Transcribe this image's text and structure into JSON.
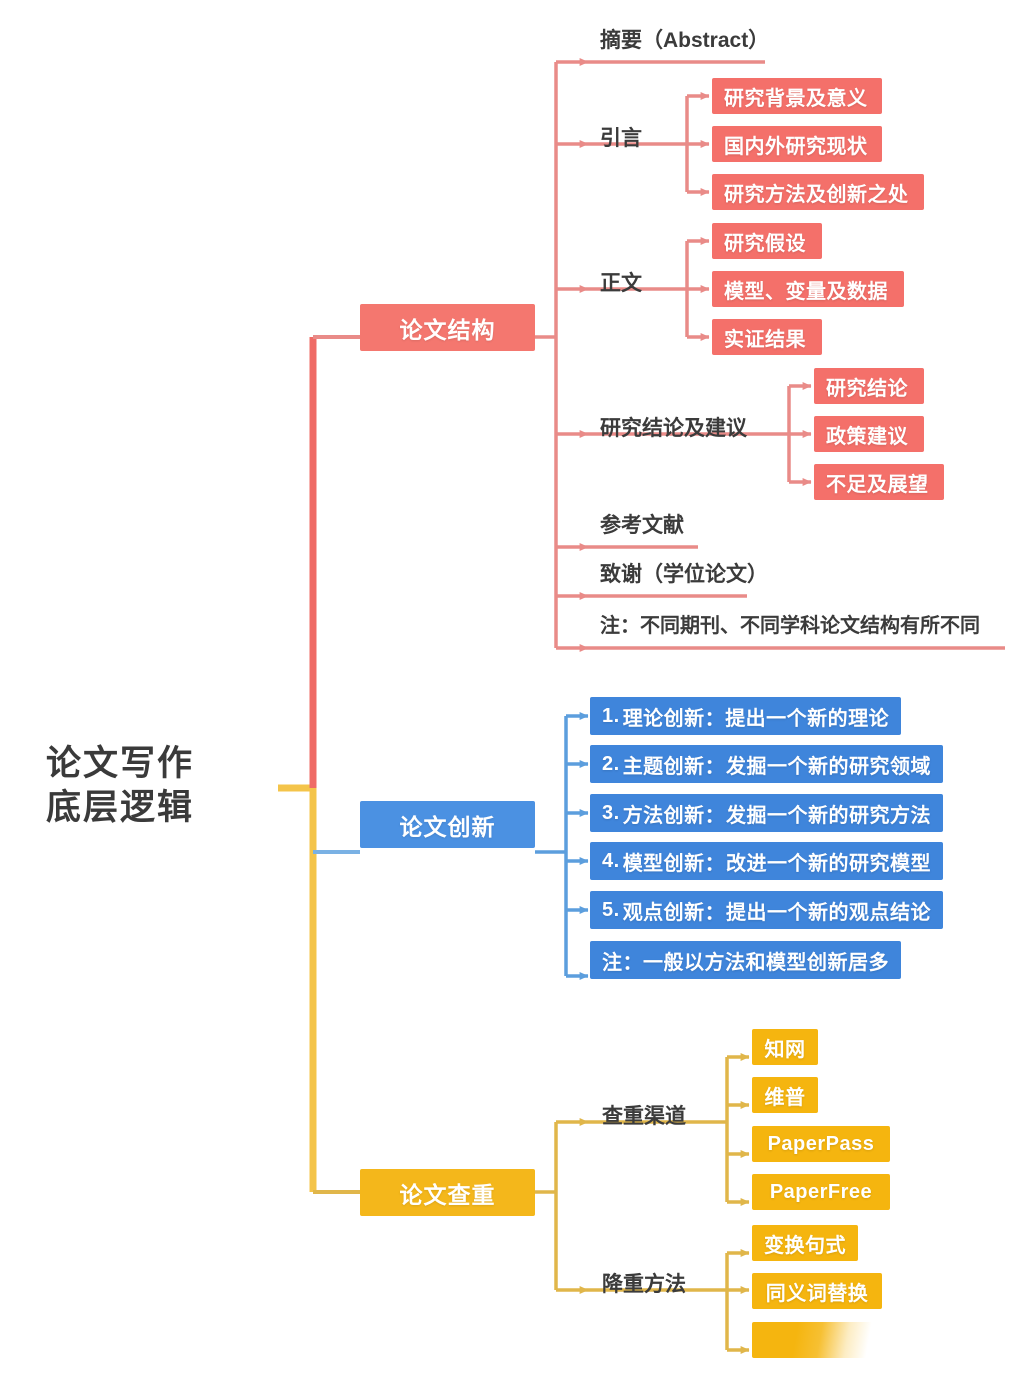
{
  "title": "论文写作底层逻辑",
  "colors": {
    "red": "#f4776f",
    "blue": "#4b91e2",
    "orange": "#f4b71b",
    "text": "#3b3b3b",
    "background": "#ffffff"
  },
  "root": {
    "line1": "论文写作",
    "line2": "底层逻辑"
  },
  "branches": {
    "structure": {
      "label": "论文结构",
      "color": "#f4776f",
      "children": [
        {
          "label": "摘要（Abstract）",
          "type": "text",
          "children": []
        },
        {
          "label": "引言",
          "type": "text",
          "children": [
            {
              "label": "研究背景及意义",
              "type": "chip"
            },
            {
              "label": "国内外研究现状",
              "type": "chip"
            },
            {
              "label": "研究方法及创新之处",
              "type": "chip"
            }
          ]
        },
        {
          "label": "正文",
          "type": "text",
          "children": [
            {
              "label": "研究假设",
              "type": "chip"
            },
            {
              "label": "模型、变量及数据",
              "type": "chip"
            },
            {
              "label": "实证结果",
              "type": "chip"
            }
          ]
        },
        {
          "label": "研究结论及建议",
          "type": "text",
          "children": [
            {
              "label": "研究结论",
              "type": "chip"
            },
            {
              "label": "政策建议",
              "type": "chip"
            },
            {
              "label": "不足及展望",
              "type": "chip"
            }
          ]
        },
        {
          "label": "参考文献",
          "type": "text",
          "children": []
        },
        {
          "label": "致谢（学位论文）",
          "type": "text",
          "children": []
        },
        {
          "label": "注：不同期刊、不同学科论文结构有所不同",
          "type": "text",
          "children": []
        }
      ]
    },
    "innovation": {
      "label": "论文创新",
      "color": "#4b91e2",
      "children": [
        {
          "num": "1.",
          "label": "理论创新：",
          "detail": "提出一个新的理论",
          "type": "chip"
        },
        {
          "num": "2.",
          "label": "主题创新：",
          "detail": "发掘一个新的研究领域",
          "type": "chip"
        },
        {
          "num": "3.",
          "label": "方法创新：",
          "detail": "发掘一个新的研究方法",
          "type": "chip"
        },
        {
          "num": "4.",
          "label": "模型创新：",
          "detail": "改进一个新的研究模型",
          "type": "chip"
        },
        {
          "num": "5.",
          "label": "观点创新：",
          "detail": "提出一个新的观点结论",
          "type": "chip"
        },
        {
          "num": "",
          "label": "注：",
          "detail": "一般以方法和模型创新居多",
          "type": "chip"
        }
      ]
    },
    "plagiarism": {
      "label": "论文查重",
      "color": "#f4b71b",
      "children": [
        {
          "label": "查重渠道",
          "type": "text",
          "children": [
            {
              "label": "知网",
              "type": "chip"
            },
            {
              "label": "维普",
              "type": "chip"
            },
            {
              "label": "PaperPass",
              "type": "chip"
            },
            {
              "label": "PaperFree",
              "type": "chip"
            }
          ]
        },
        {
          "label": "降重方法",
          "type": "text",
          "children": [
            {
              "label": "变换句式",
              "type": "chip"
            },
            {
              "label": "同义词替换",
              "type": "chip"
            },
            {
              "label": "",
              "type": "chip",
              "state": "faded"
            }
          ]
        }
      ]
    }
  }
}
